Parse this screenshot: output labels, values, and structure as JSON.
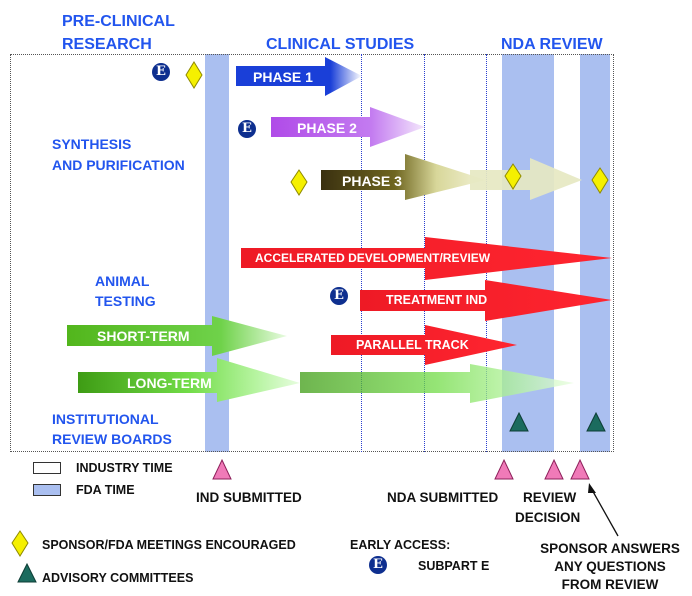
{
  "headers": {
    "preclinical_1": "PRE-CLINICAL",
    "preclinical_2": "RESEARCH",
    "clinical": "CLINICAL STUDIES",
    "nda": "NDA REVIEW"
  },
  "left_labels": {
    "synthesis_1": "SYNTHESIS",
    "synthesis_2": "AND PURIFICATION",
    "animal_1": "ANIMAL",
    "animal_2": "TESTING",
    "irb_1": "INSTITUTIONAL",
    "irb_2": "REVIEW BOARDS"
  },
  "arrows": {
    "phase1": "PHASE 1",
    "phase2": "PHASE 2",
    "phase3": "PHASE 3",
    "accelerated": "ACCELERATED  DEVELOPMENT/REVIEW",
    "treatment": "TREATMENT IND",
    "parallel": "PARALLEL TRACK",
    "short_term": "SHORT-TERM",
    "long_term": "LONG-TERM"
  },
  "badge_letter": "E",
  "milestones": {
    "ind": "IND SUBMITTED",
    "nda": "NDA SUBMITTED",
    "review_1": "REVIEW",
    "review_2": "DECISION",
    "sponsor_1": "SPONSOR ANSWERS",
    "sponsor_2": "ANY QUESTIONS",
    "sponsor_3": "FROM REVIEW"
  },
  "legend": {
    "industry": "INDUSTRY TIME",
    "fda": "FDA TIME",
    "meetings": "SPONSOR/FDA MEETINGS ENCOURAGED",
    "advisory": "ADVISORY COMMITTEES",
    "early_1": "EARLY ACCESS:",
    "early_2": "SUBPART E"
  },
  "colors": {
    "fda_band": "#aabff0",
    "header_blue": "#2255ee",
    "diamond": "#f5f000",
    "advisory": "#1b6b5e",
    "milestone": "#f07ab8",
    "badge": "#0e2f8f"
  }
}
